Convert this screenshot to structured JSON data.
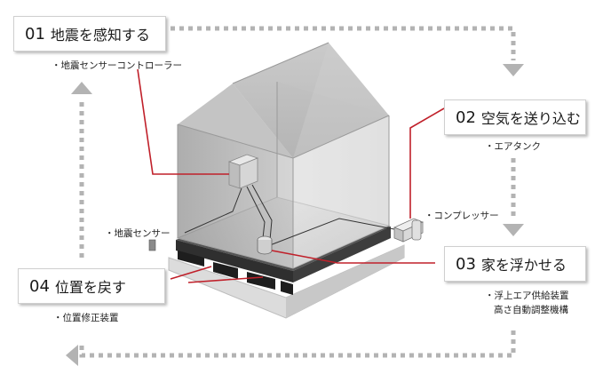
{
  "steps": [
    {
      "num": "01",
      "text": "地震を感知する"
    },
    {
      "num": "02",
      "text": "空気を送り込む"
    },
    {
      "num": "03",
      "text": "家を浮かせる"
    },
    {
      "num": "04",
      "text": "位置を戻す"
    }
  ],
  "labels": {
    "controller": "・地震センサーコントローラー",
    "air_tank": "・エアタンク",
    "compressor": "・コンプレッサー",
    "sensor": "・地震センサー",
    "restore_device": "・位置修正装置",
    "float_device_1": "・浮上エア供給装置",
    "float_device_2": "高さ自動調整機構"
  },
  "colors": {
    "dotted_arrow": "#b3b3b3",
    "leader_line": "#c0202a",
    "house": "#9a9a9a",
    "base_dark": "#3a3a3a"
  }
}
